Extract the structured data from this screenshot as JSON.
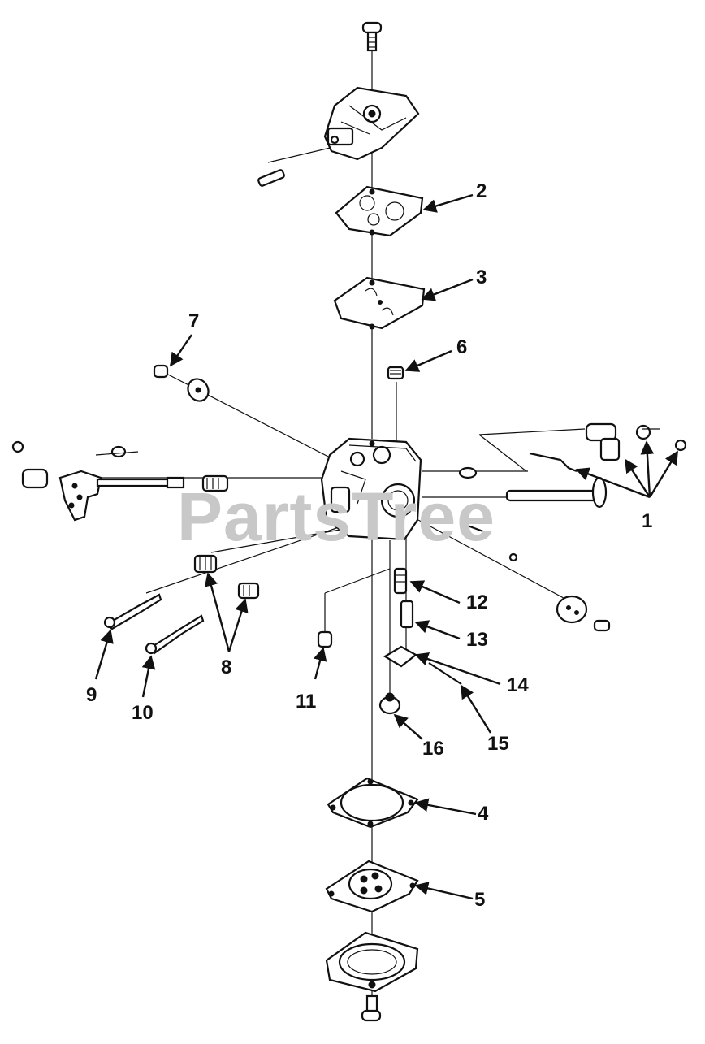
{
  "watermark": "PartsTree",
  "callouts": [
    {
      "id": "1",
      "label": "1"
    },
    {
      "id": "2",
      "label": "2"
    },
    {
      "id": "3",
      "label": "3"
    },
    {
      "id": "4",
      "label": "4"
    },
    {
      "id": "5",
      "label": "5"
    },
    {
      "id": "6",
      "label": "6"
    },
    {
      "id": "7",
      "label": "7"
    },
    {
      "id": "8",
      "label": "8"
    },
    {
      "id": "9",
      "label": "9"
    },
    {
      "id": "10",
      "label": "10"
    },
    {
      "id": "11",
      "label": "11"
    },
    {
      "id": "12",
      "label": "12"
    },
    {
      "id": "13",
      "label": "13"
    },
    {
      "id": "14",
      "label": "14"
    },
    {
      "id": "15",
      "label": "15"
    },
    {
      "id": "16",
      "label": "16"
    }
  ]
}
